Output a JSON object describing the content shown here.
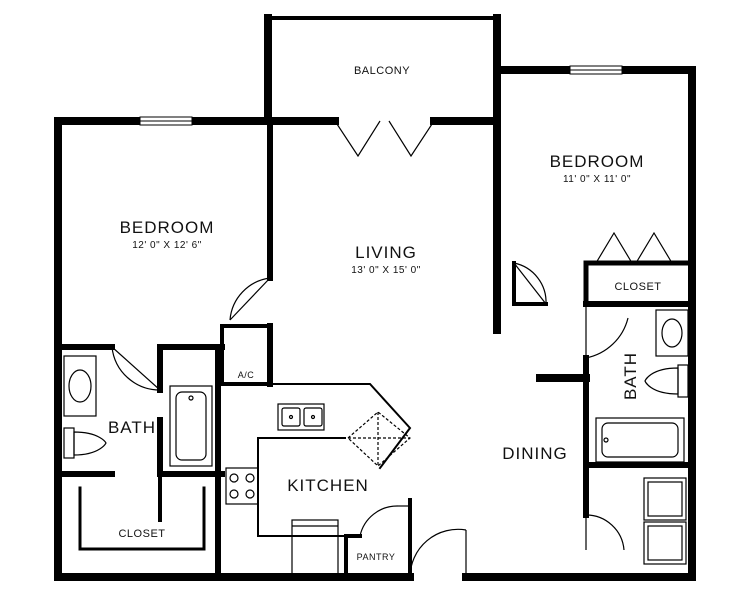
{
  "rooms": {
    "balcony": {
      "name": "BALCONY"
    },
    "bedroom_left": {
      "name": "BEDROOM",
      "dims": "12' 0\" X 12' 6\""
    },
    "bedroom_right": {
      "name": "BEDROOM",
      "dims": "11' 0\" X 11' 0\""
    },
    "living": {
      "name": "LIVING",
      "dims": "13' 0\" X 15' 0\""
    },
    "closet_right": {
      "name": "CLOSET"
    },
    "bath_left": {
      "name": "BATH"
    },
    "bath_right": {
      "name": "BATH"
    },
    "ac": {
      "name": "A/C"
    },
    "kitchen": {
      "name": "KITCHEN"
    },
    "dining": {
      "name": "DINING"
    },
    "closet_left": {
      "name": "CLOSET"
    },
    "pantry": {
      "name": "PANTRY"
    }
  },
  "colors": {
    "wall": "#000000",
    "background": "#ffffff"
  }
}
